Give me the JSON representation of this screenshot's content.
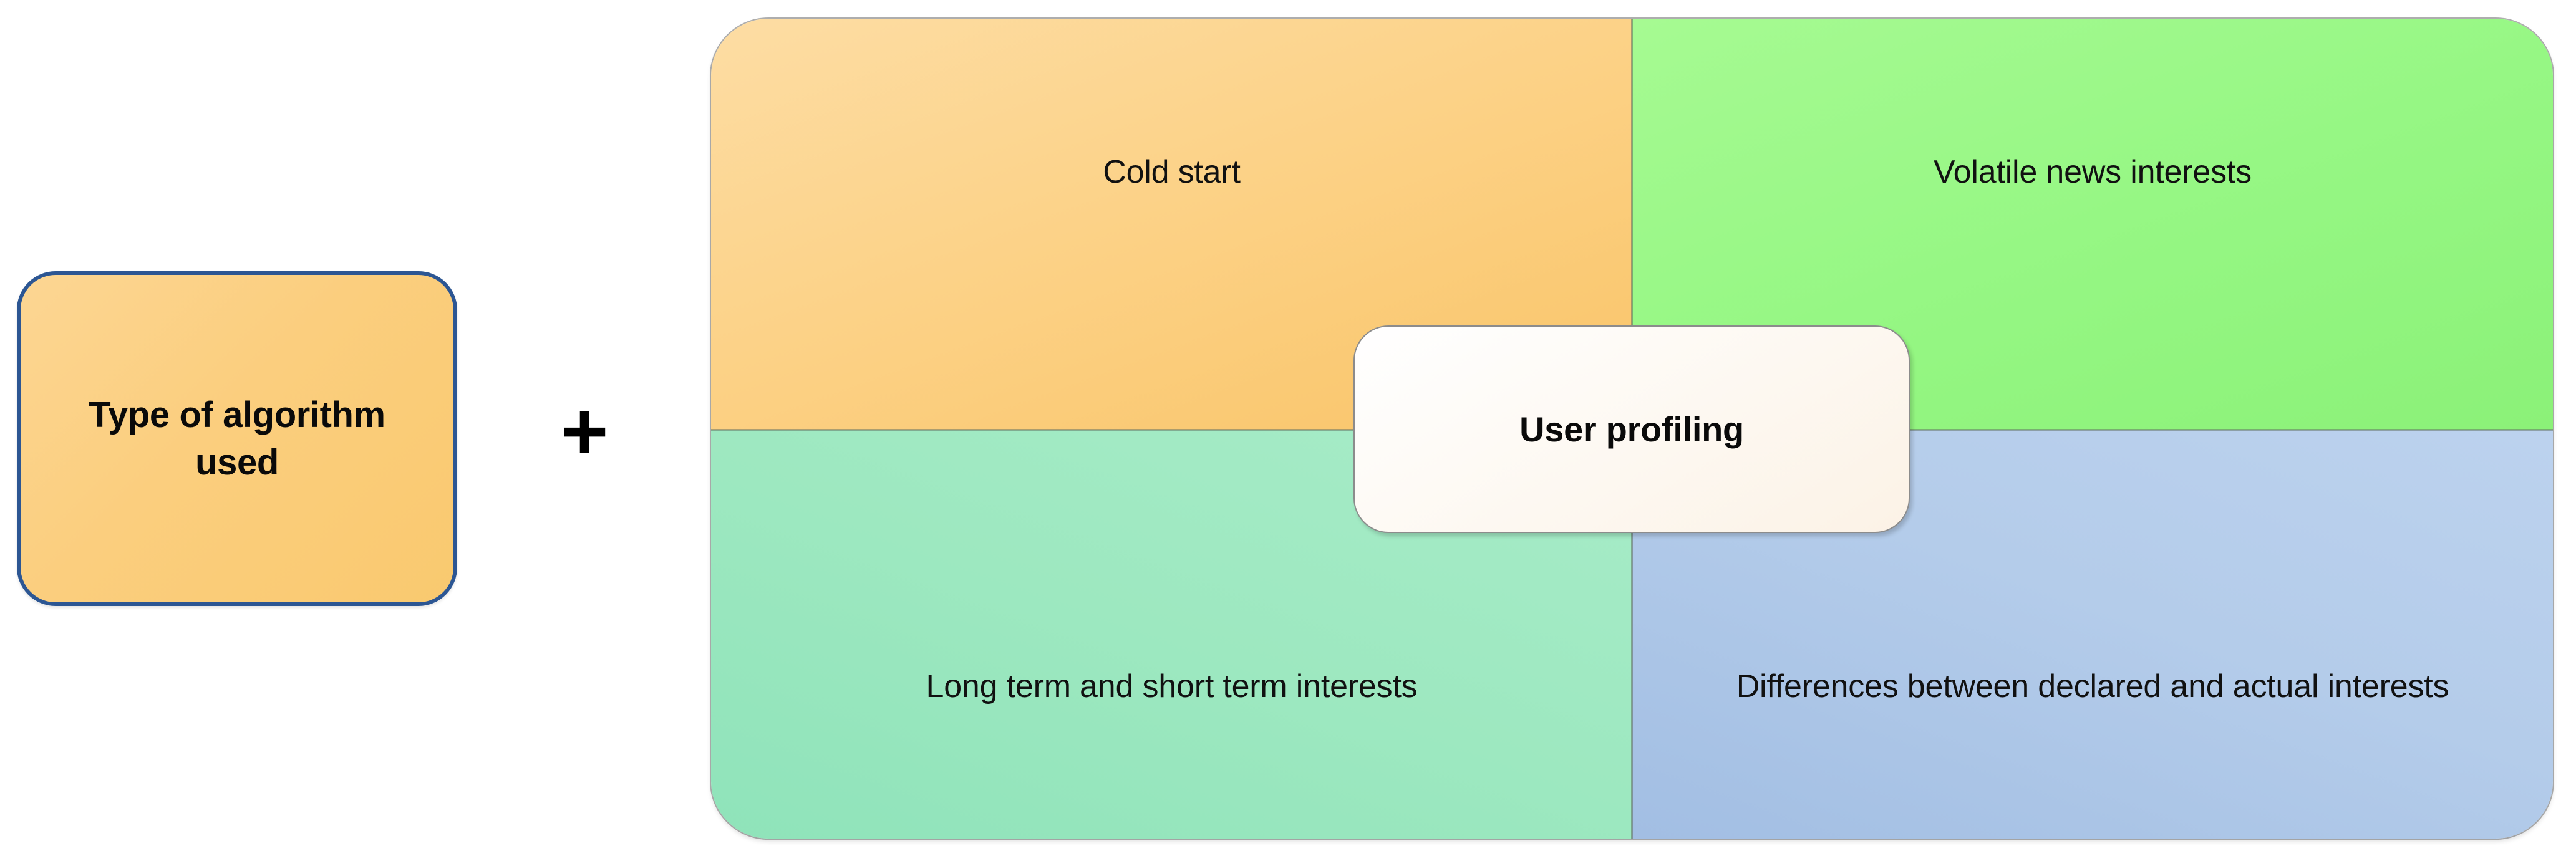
{
  "diagram": {
    "left_box": {
      "label": "Type of algorithm used",
      "fill_color": "#FBCE7E",
      "border_color": "#2C5693"
    },
    "operator": {
      "symbol": "+",
      "name": "plus-sign"
    },
    "matrix": {
      "center": {
        "label": "User profiling",
        "fill_color": "#FDF8F1",
        "border_color": "#8C8C8C"
      },
      "quadrants": [
        {
          "position": "top-left",
          "label": "Cold start",
          "color": "#FCD185"
        },
        {
          "position": "top-right",
          "label": "Volatile news interests",
          "color": "#96F784"
        },
        {
          "position": "bottom-left",
          "label": "Long term and short term interests",
          "color": "#9DE8C0"
        },
        {
          "position": "bottom-right",
          "label": "Differences between declared and actual interests",
          "color": "#B4CCEA"
        }
      ]
    }
  }
}
